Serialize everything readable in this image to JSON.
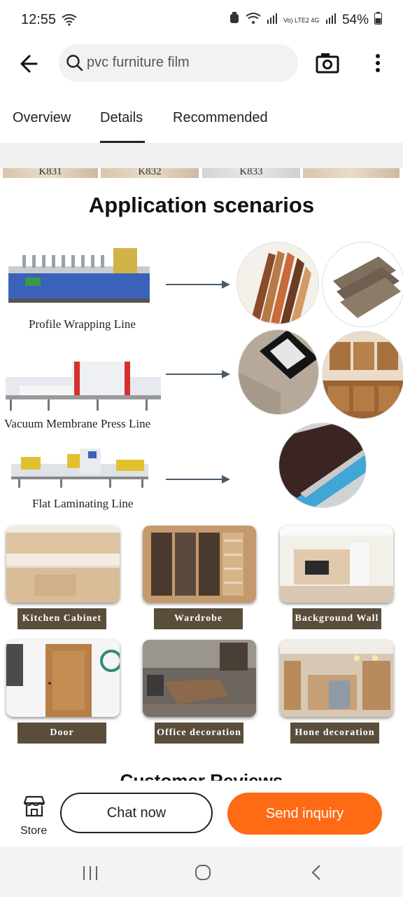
{
  "status_bar": {
    "time": "12:55",
    "network": "Vo) LTE2 4G",
    "battery": "54%"
  },
  "top_bar": {
    "search_query": "pvc furniture film"
  },
  "tabs": [
    {
      "label": "Overview"
    },
    {
      "label": "Details"
    },
    {
      "label": "Recommended"
    }
  ],
  "swatches": [
    "K831",
    "K832",
    "K833"
  ],
  "content": {
    "heading": "Application scenarios",
    "lines": [
      {
        "label": "Profile Wrapping Line"
      },
      {
        "label": "Vacuum Membrane Press Line"
      },
      {
        "label": "Flat Laminating Line"
      }
    ],
    "applications": [
      {
        "caption": "Kitchen Cabinet"
      },
      {
        "caption": "Wardrobe"
      },
      {
        "caption": "Background Wall"
      },
      {
        "caption": "Door"
      },
      {
        "caption": "Office decoration"
      },
      {
        "caption": "Hone decoration"
      }
    ],
    "reviews_heading": "Customer Reviews"
  },
  "bottom_bar": {
    "store_label": "Store",
    "chat_label": "Chat now",
    "inquiry_label": "Send inquiry"
  },
  "colors": {
    "accent": "#ff6a14",
    "caption_bg": "#5a4d3b"
  }
}
